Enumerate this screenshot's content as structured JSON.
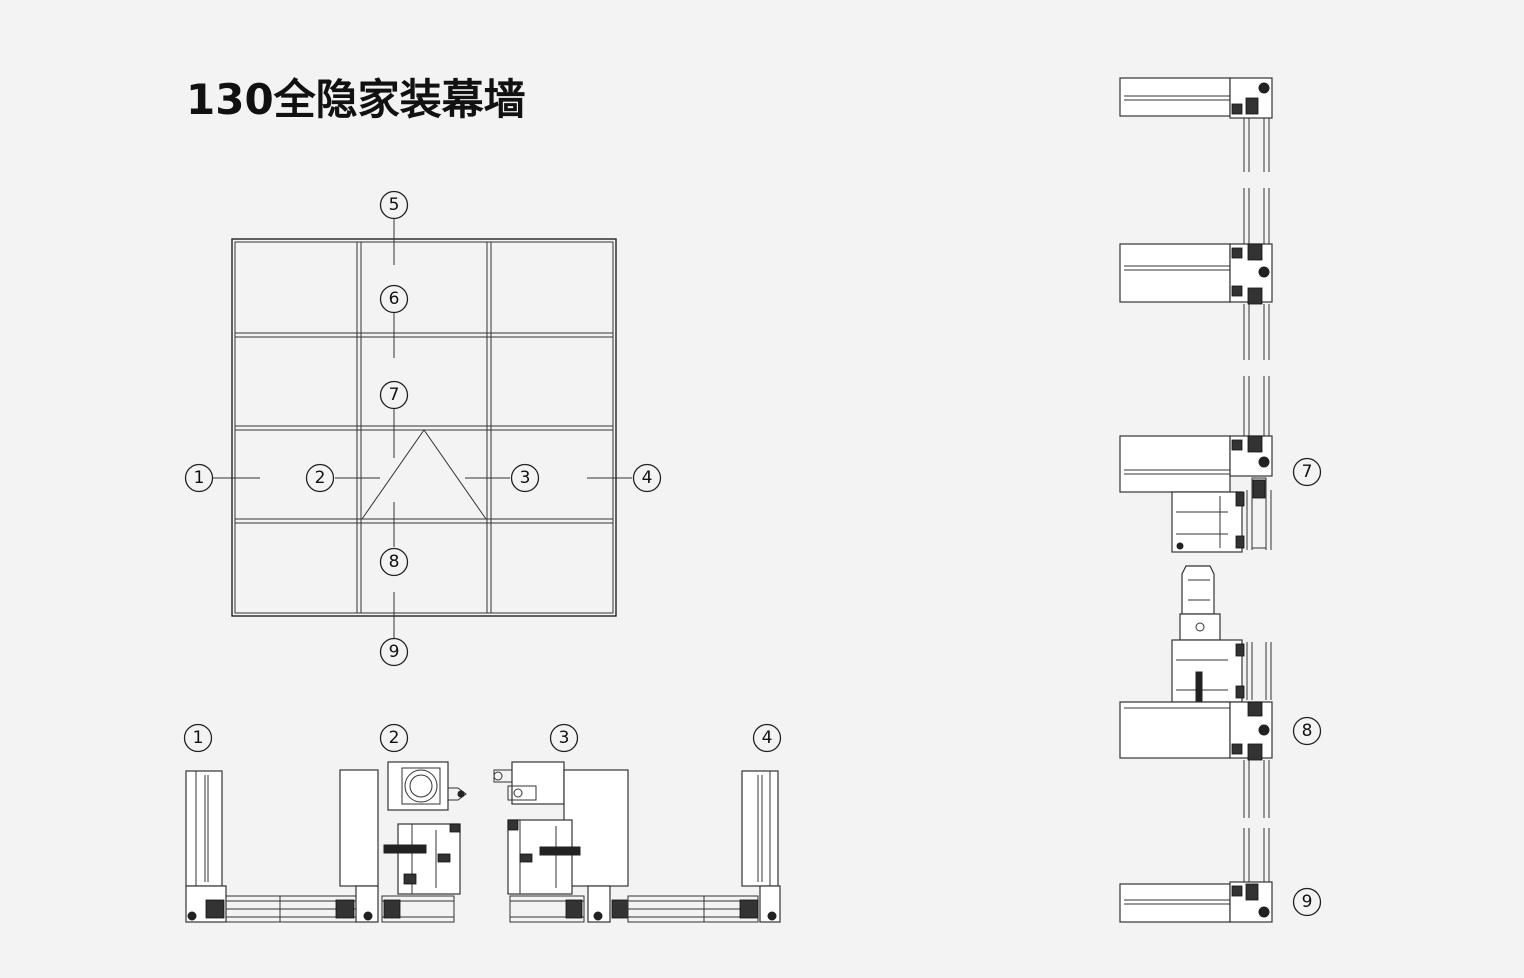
{
  "title": "130全隐家装幕墙",
  "elevation_labels": [
    "5",
    "6",
    "7",
    "1",
    "2",
    "3",
    "4",
    "8",
    "9"
  ],
  "horizontal_section_labels": [
    "1",
    "2",
    "3",
    "4"
  ],
  "vertical_section_labels": [
    "7",
    "8",
    "9"
  ],
  "colors": {
    "background": "#f3f3f3",
    "line": "#222222"
  }
}
